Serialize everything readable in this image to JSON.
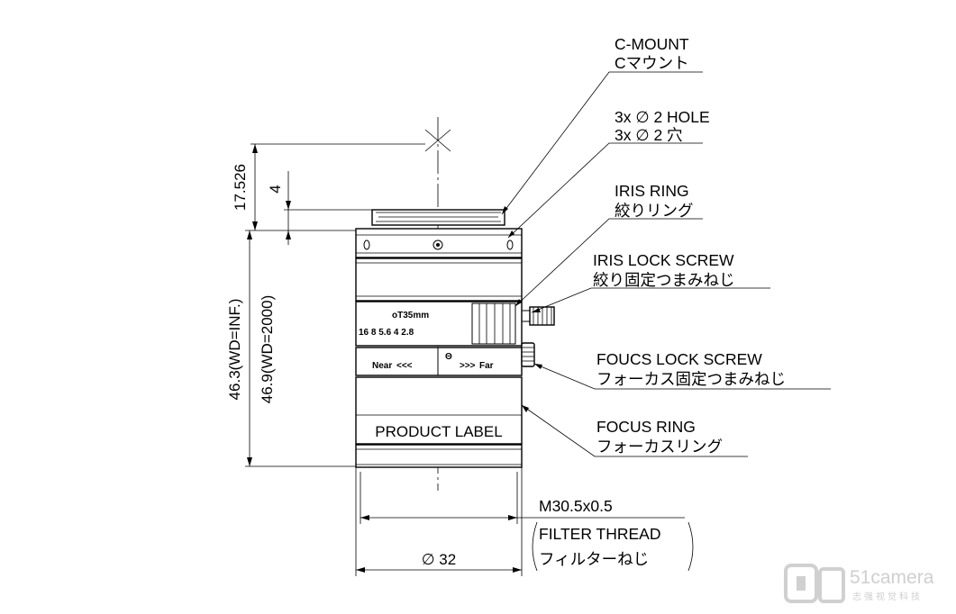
{
  "callouts": {
    "c_mount": {
      "en": "C-MOUNT",
      "ja": "Cマウント"
    },
    "hole": {
      "en": "3x ∅ 2 HOLE",
      "ja": "3x ∅ 2 穴"
    },
    "iris_ring": {
      "en": "IRIS RING",
      "ja": "絞りリング"
    },
    "iris_lock": {
      "en": "IRIS LOCK SCREW",
      "ja": "絞り固定つまみねじ"
    },
    "focus_lock": {
      "en": "FOUCS LOCK SCREW",
      "ja": "フォーカス固定つまみねじ"
    },
    "focus_ring": {
      "en": "FOCUS RING",
      "ja": "フォーカスリング"
    },
    "filter": {
      "thread": "M30.5x0.5",
      "en": "FILTER THREAD",
      "ja": "フィルターねじ"
    }
  },
  "dimensions": {
    "flange_back": "17.526",
    "mount_length": "4",
    "length_inf": "46.3(WD=INF.)",
    "length_2000": "46.9(WD=2000)",
    "diameter": "∅ 32"
  },
  "lens": {
    "model": "oT35mm",
    "iris_scale": "16 8  5.6 4    2.8",
    "near": "Near",
    "far": "Far",
    "focus_index": "Θ",
    "product_label": "PRODUCT LABEL"
  },
  "watermark": {
    "brand": "51camera",
    "sub": "志强视觉科技"
  }
}
